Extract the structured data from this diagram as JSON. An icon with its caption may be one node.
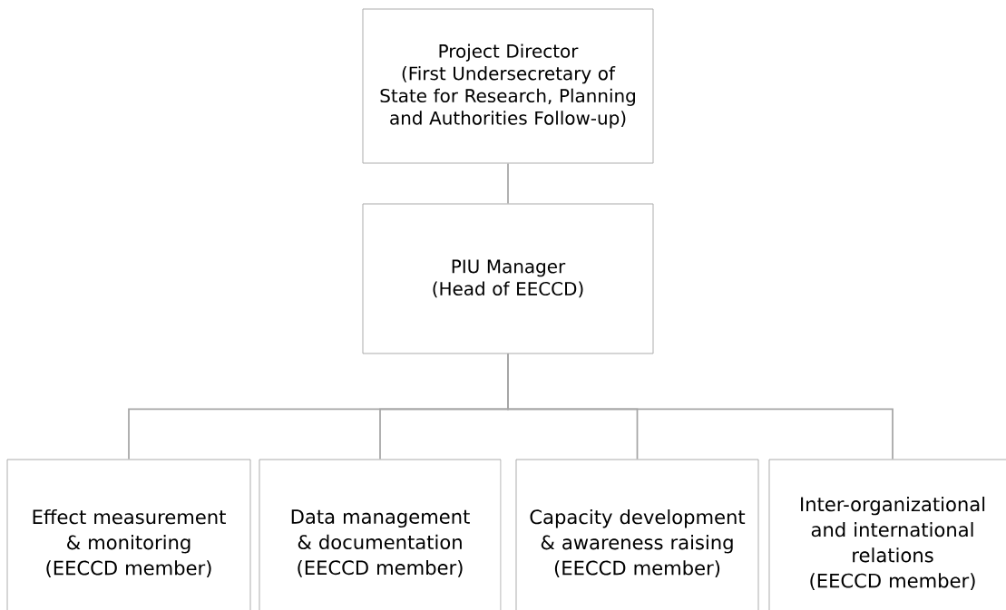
{
  "diagram": {
    "nodes": [
      {
        "text": [
          "Project Director",
          "(First Undersecretary of State for Research, Planning and Authorities Follow-up)"
        ]
      },
      {
        "text": [
          "PIU Manager",
          "(Head of EECCD)"
        ]
      },
      {
        "text": [
          "Effect measurement & monitoring",
          "(EECCD member)"
        ]
      },
      {
        "text": [
          "Data management & documentation",
          "(EECCD member)"
        ]
      },
      {
        "text": [
          "Capacity development & awareness raising",
          "(EECCD member)"
        ]
      },
      {
        "text": [
          "Inter-organizational and international relations",
          "(EECCD member)"
        ]
      }
    ],
    "edges": [
      {
        "from": 0,
        "to": 1,
        "arrow": "none"
      },
      {
        "from": 1,
        "to": 2,
        "arrow": "none"
      },
      {
        "from": 1,
        "to": 3,
        "arrow": "none"
      },
      {
        "from": 1,
        "to": 4,
        "arrow": "none"
      },
      {
        "from": 1,
        "to": 5,
        "arrow": "none"
      }
    ]
  }
}
